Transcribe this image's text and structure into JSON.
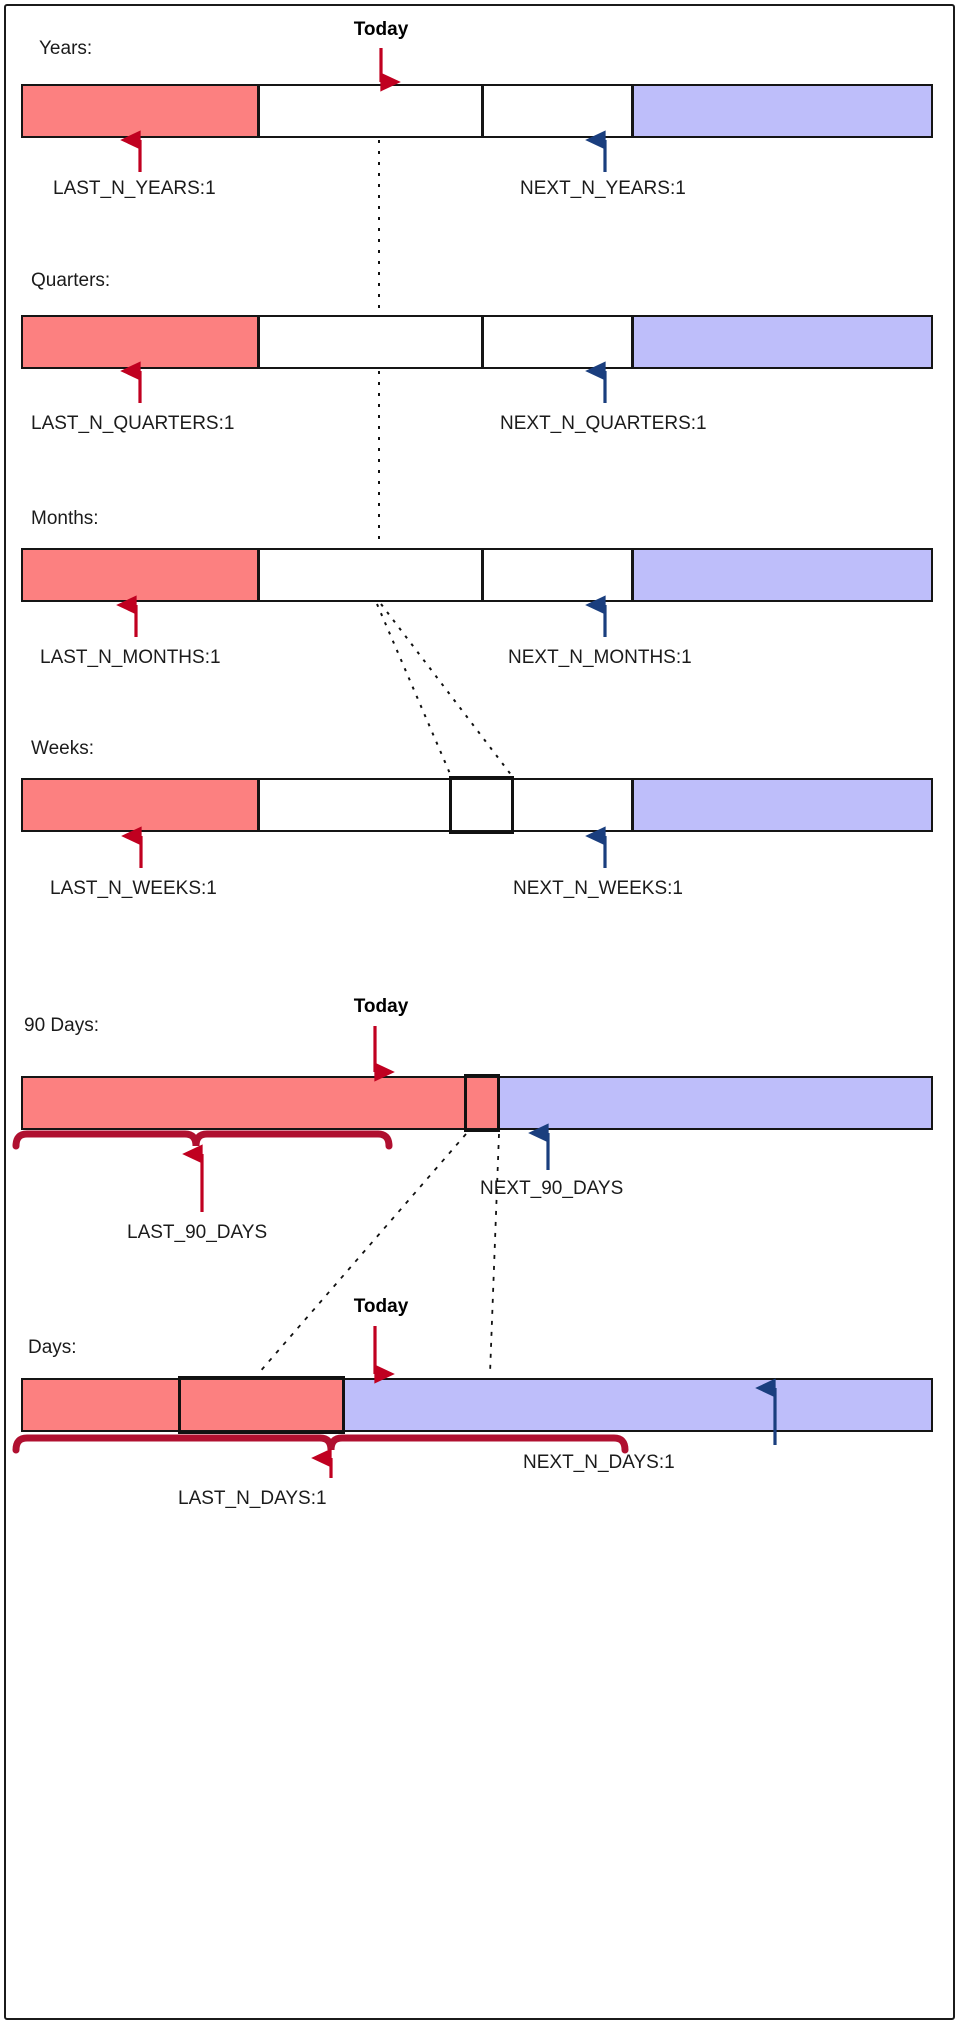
{
  "diagram": {
    "title_today": "Today",
    "colors": {
      "past_fill": "#fc8080",
      "future_fill": "#bebefa",
      "past_arrow": "#c00020",
      "future_arrow": "#1a3e7e",
      "outline": "#151515",
      "brace": "#b01030"
    },
    "rows": [
      {
        "key": "years",
        "label": "Years:",
        "past_label": "LAST_N_YEARS:1",
        "future_label": "NEXT_N_YEARS:1",
        "today_label": "Today"
      },
      {
        "key": "quarters",
        "label": "Quarters:",
        "past_label": "LAST_N_QUARTERS:1",
        "future_label": "NEXT_N_QUARTERS:1"
      },
      {
        "key": "months",
        "label": "Months:",
        "past_label": "LAST_N_MONTHS:1",
        "future_label": "NEXT_N_MONTHS:1"
      },
      {
        "key": "weeks",
        "label": "Weeks:",
        "past_label": "LAST_N_WEEKS:1",
        "future_label": "NEXT_N_WEEKS:1"
      },
      {
        "key": "ninety_days",
        "label": "90 Days:",
        "past_label": "LAST_90_DAYS",
        "future_label": "NEXT_90_DAYS",
        "today_label": "Today"
      },
      {
        "key": "days",
        "label": "Days:",
        "past_label": "LAST_N_DAYS:1",
        "future_label": "NEXT_N_DAYS:1",
        "today_label": "Today"
      }
    ]
  }
}
